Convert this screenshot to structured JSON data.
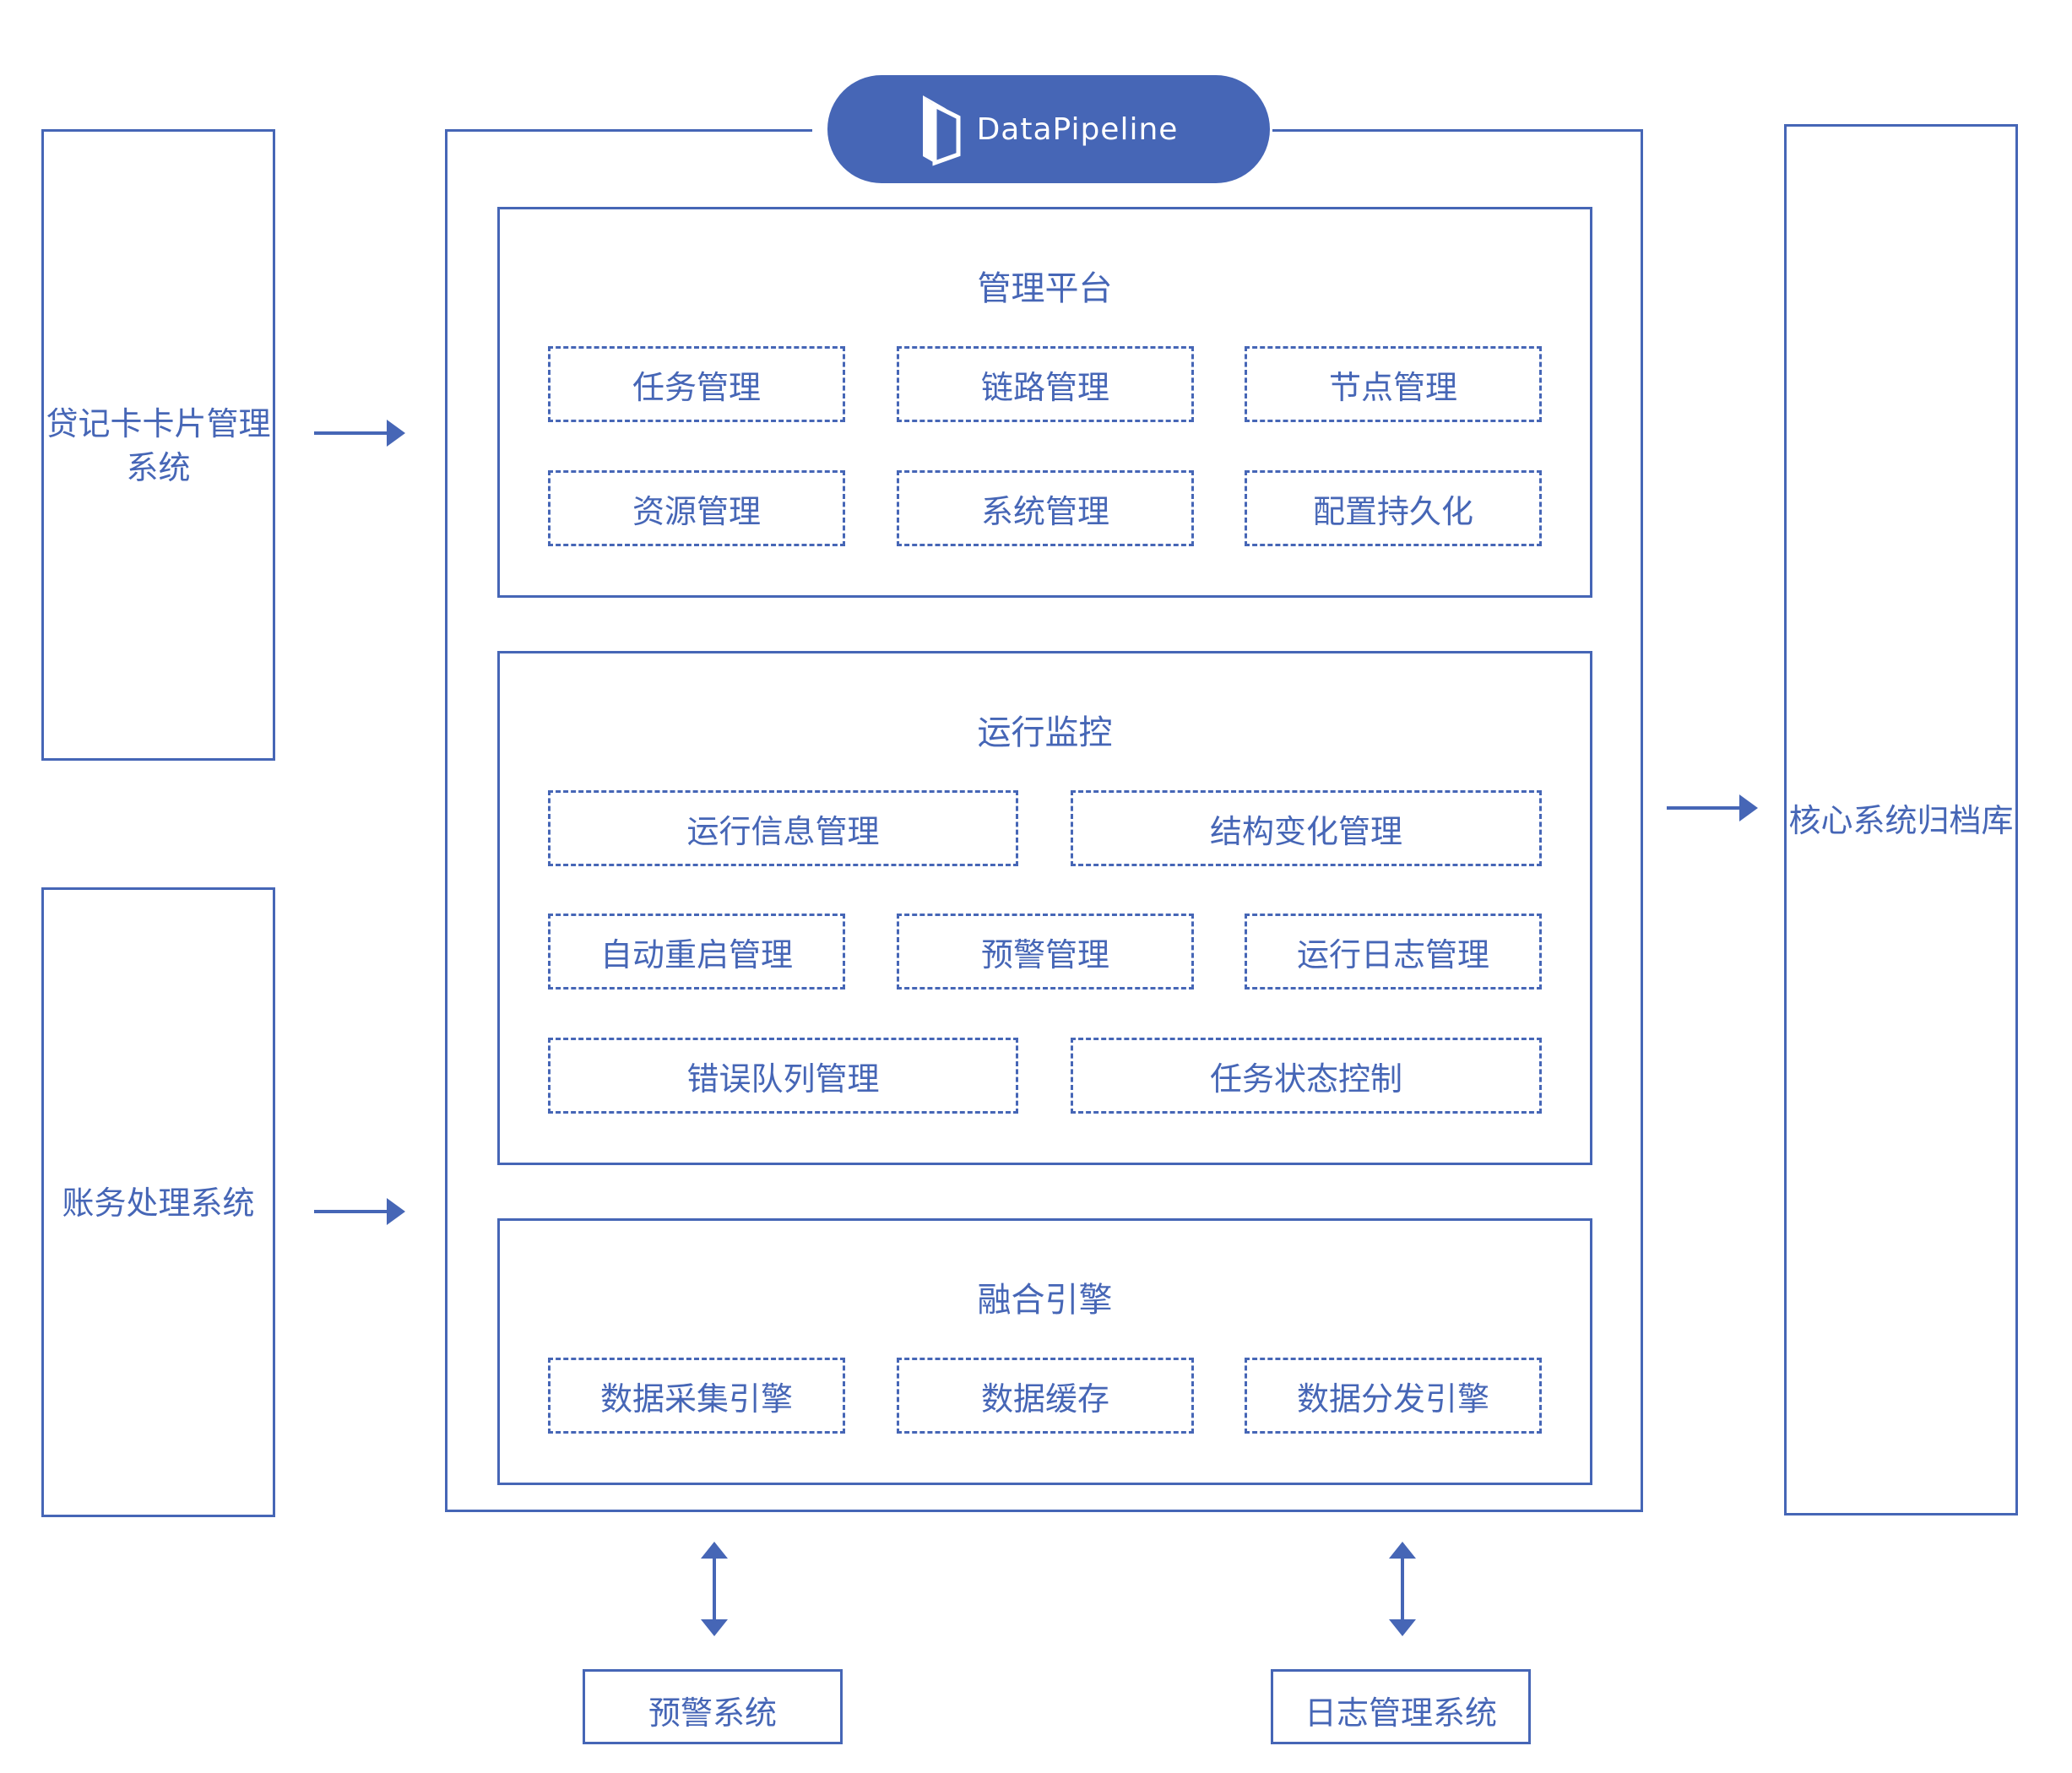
{
  "brand": {
    "name": "DataPipeline",
    "color": "#4666b6",
    "logo_icon": "datapipeline-logo-icon"
  },
  "sources": {
    "credit_card_system": "贷记卡卡片管理系统",
    "accounting_system": "账务处理系统"
  },
  "target": {
    "core_archive": "核心系统归档库"
  },
  "sections": {
    "management": {
      "title": "管理平台",
      "items": [
        "任务管理",
        "链路管理",
        "节点管理",
        "资源管理",
        "系统管理",
        "配置持久化"
      ]
    },
    "monitoring": {
      "title": "运行监控",
      "items": [
        "运行信息管理",
        "结构变化管理",
        "自动重启管理",
        "预警管理",
        "运行日志管理",
        "错误队列管理",
        "任务状态控制"
      ]
    },
    "engine": {
      "title": "融合引擎",
      "items": [
        "数据采集引擎",
        "数据缓存",
        "数据分发引擎"
      ]
    }
  },
  "bottom": {
    "alert_system": "预警系统",
    "log_system": "日志管理系统"
  },
  "icons": {
    "right_arrow": "arrow-right-icon",
    "bidirectional_arrow": "arrow-up-down-icon"
  }
}
